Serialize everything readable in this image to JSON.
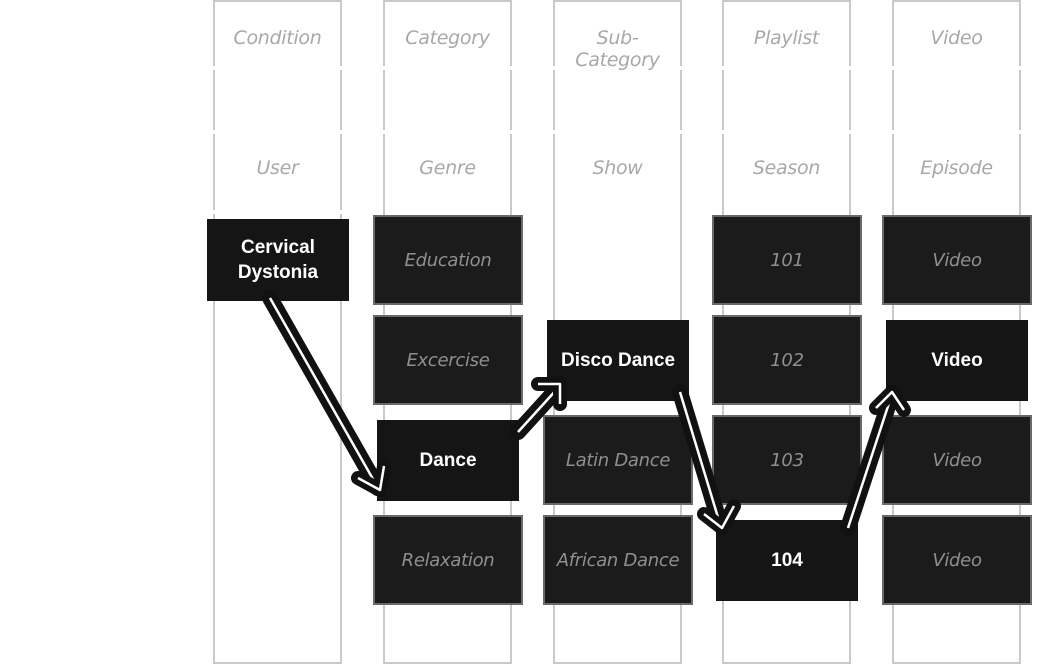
{
  "columns": [
    {
      "header": "Condition",
      "subheader": "User"
    },
    {
      "header": "Category",
      "subheader": "Genre"
    },
    {
      "header": "Sub-Category",
      "subheader": "Show"
    },
    {
      "header": "Playlist",
      "subheader": "Season"
    },
    {
      "header": "Video",
      "subheader": "Episode"
    }
  ],
  "tiles": {
    "condition": {
      "selected": "Cervical Dystonia"
    },
    "category": {
      "education": "Education",
      "excercise": "Excercise",
      "dance": "Dance",
      "relaxation": "Relaxation"
    },
    "subcategory": {
      "disco": "Disco Dance",
      "latin": "Latin Dance",
      "african": "African Dance"
    },
    "playlist": {
      "p101": "101",
      "p102": "102",
      "p103": "103",
      "p104": "104"
    },
    "video": {
      "v1": "Video",
      "v2": "Video",
      "v3": "Video",
      "v4": "Video"
    }
  },
  "colors": {
    "column_border": "#c9c9c9",
    "tile_fill": "#1b1b1b",
    "tile_border": "#6a6a6a",
    "active_text": "#ffffff",
    "dim_text": "#8f8f8f",
    "header_text": "#a8a8a8",
    "arrow_fill": "#111111",
    "arrow_stroke": "#ffffff"
  }
}
